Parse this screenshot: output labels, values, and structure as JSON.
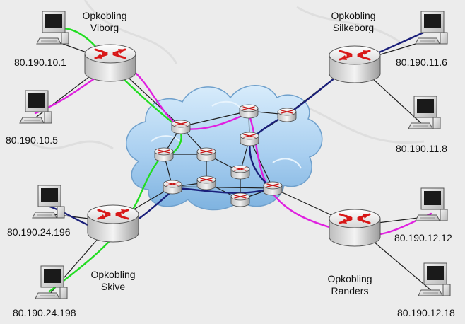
{
  "sites": {
    "viborg": {
      "line1": "Opkobling",
      "line2": "Viborg"
    },
    "silkeborg": {
      "line1": "Opkobling",
      "line2": "Silkeborg"
    },
    "skive": {
      "line1": "Opkobling",
      "line2": "Skive"
    },
    "randers": {
      "line1": "Opkobling",
      "line2": "Randers"
    }
  },
  "hosts": {
    "h1": "80.190.10.1",
    "h2": "80.190.10.5",
    "h3": "80.190.11.6",
    "h4": "80.190.11.8",
    "h5": "80.190.24.196",
    "h6": "80.190.24.198",
    "h7": "80.190.12.12",
    "h8": "80.190.12.18"
  },
  "colors": {
    "background": "#ececec",
    "cloud": "#a9cff0",
    "link": "#1f1f1f",
    "path_green": "#22dd22",
    "path_magenta": "#e020e0",
    "path_navy": "#1a1f7a",
    "router_arrow": "#d81818"
  },
  "icons": {
    "router": "router-icon",
    "computer": "desktop-computer-icon",
    "cloud": "network-cloud-icon"
  }
}
